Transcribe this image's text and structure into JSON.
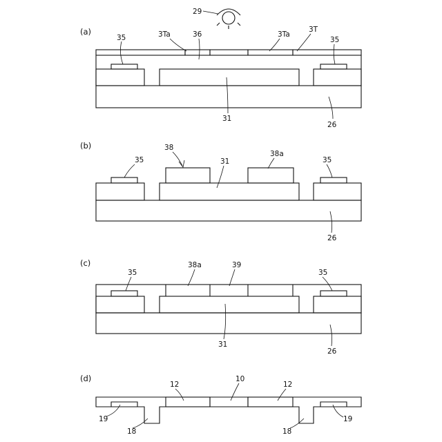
{
  "panels": {
    "a": {
      "label": "(a)",
      "refs": {
        "lamp": "29",
        "opening_left": "3Ta",
        "resin": "36",
        "opening_right": "3Ta",
        "mask": "3T",
        "pad_left": "35",
        "pad_right": "35",
        "core": "31",
        "base": "26"
      }
    },
    "b": {
      "label": "(b)",
      "refs": {
        "pad_left": "35",
        "pattern": "38",
        "core": "31",
        "pattern_a": "38a",
        "pad_right": "35",
        "base": "26"
      }
    },
    "c": {
      "label": "(c)",
      "refs": {
        "pad_left": "35",
        "pattern_a": "38a",
        "fill": "39",
        "pad_right": "35",
        "core": "31",
        "base": "26"
      }
    },
    "d": {
      "label": "(d)",
      "refs": {
        "opening_left": "12",
        "center": "10",
        "opening_right": "12",
        "edge_left": "19",
        "post_left": "18",
        "post_right": "18",
        "edge_right": "19"
      }
    }
  }
}
